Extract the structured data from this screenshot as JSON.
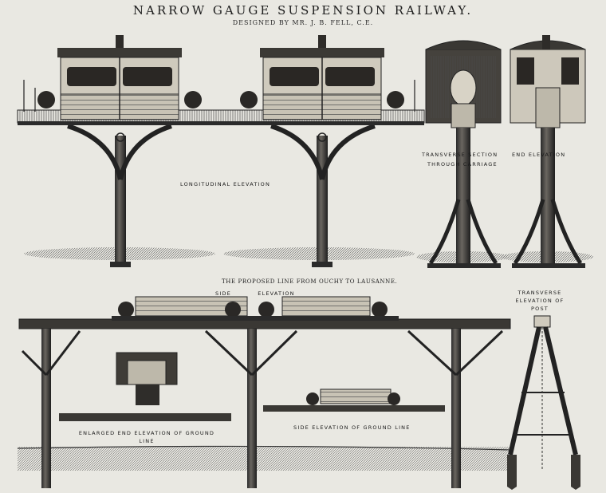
{
  "title": "NARROW GAUGE SUSPENSION RAILWAY.",
  "subtitle": "DESIGNED BY MR. J. B. FELL, C.E.",
  "labels": {
    "longitudinal": "LONGITUDINAL ELEVATION",
    "transverse_section_1": "TRANSVERSE SECTION",
    "transverse_section_2": "THROUGH CARRIAGE",
    "end_elevation": "END ELEVATION",
    "proposed_line": "THE PROPOSED LINE FROM OUCHY TO LAUSANNE.",
    "side_elevation": "SIDE ELEVATION",
    "transverse_post_1": "TRANSVERSE",
    "transverse_post_2": "ELEVATION OF",
    "transverse_post_3": "POST",
    "enlarged_end_1": "ENLARGED END ELEVATION OF GROUND",
    "enlarged_end_2": "LINE",
    "side_ground": "SIDE ELEVATION OF GROUND LINE"
  },
  "colors": {
    "ink": "#1e1e1e",
    "paper": "#e9e8e2",
    "shade": "#6d6a62",
    "ground": "#3a3833"
  }
}
